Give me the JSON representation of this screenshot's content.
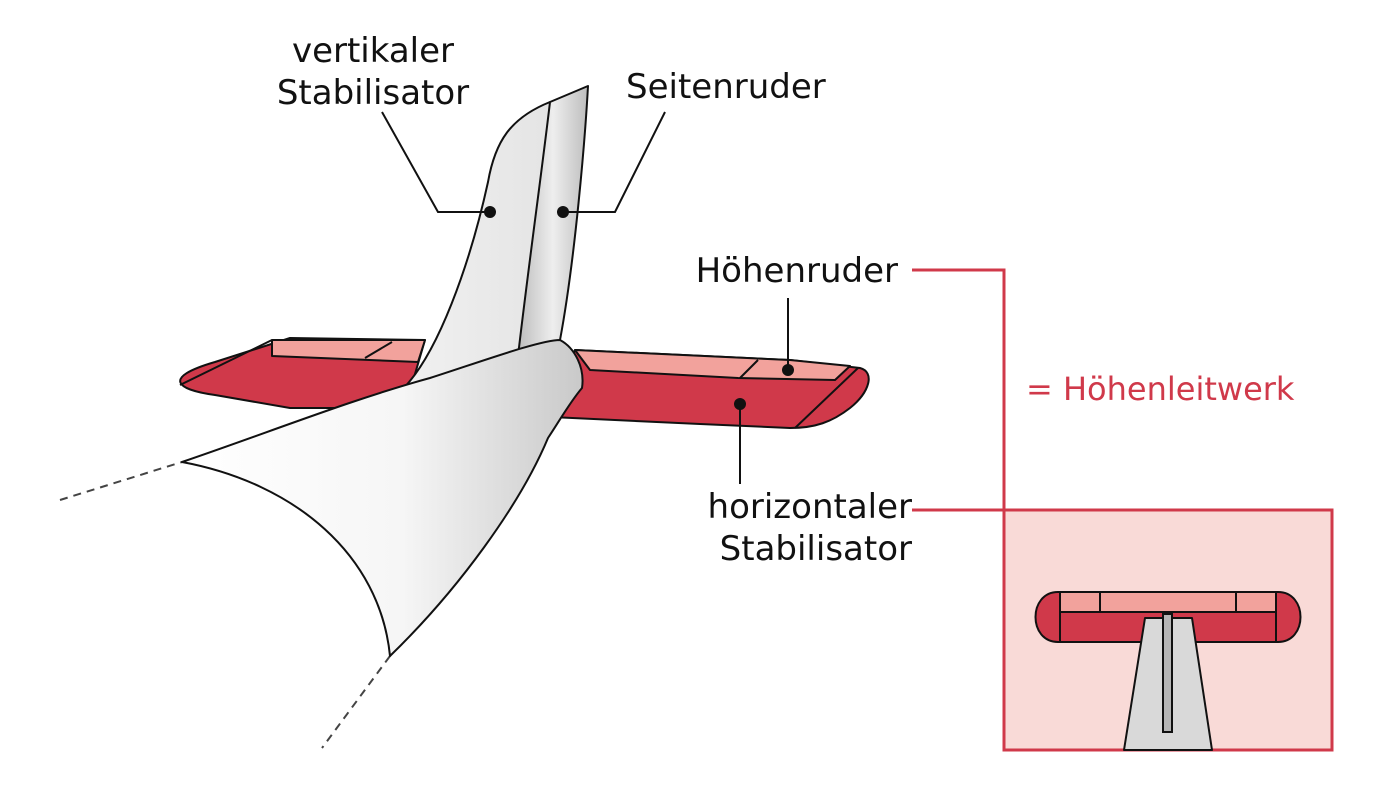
{
  "labels": {
    "vertical_stabilizer": [
      "vertikaler",
      "Stabilisator"
    ],
    "rudder": "Seitenruder",
    "elevator": "Höhenruder",
    "horizontal_stabilizer": [
      "horizontaler",
      "Stabilisator"
    ],
    "horizontal_tail": "= Höhenleitwerk"
  },
  "colors": {
    "stabilizer_red": "#d0394a",
    "elevator_pink": "#f2a29c",
    "accent_red": "#d0394a",
    "inset_background": "#f9dad7",
    "fin_gray": "#d9d9d9",
    "outline": "#111111",
    "text": "#111111"
  }
}
